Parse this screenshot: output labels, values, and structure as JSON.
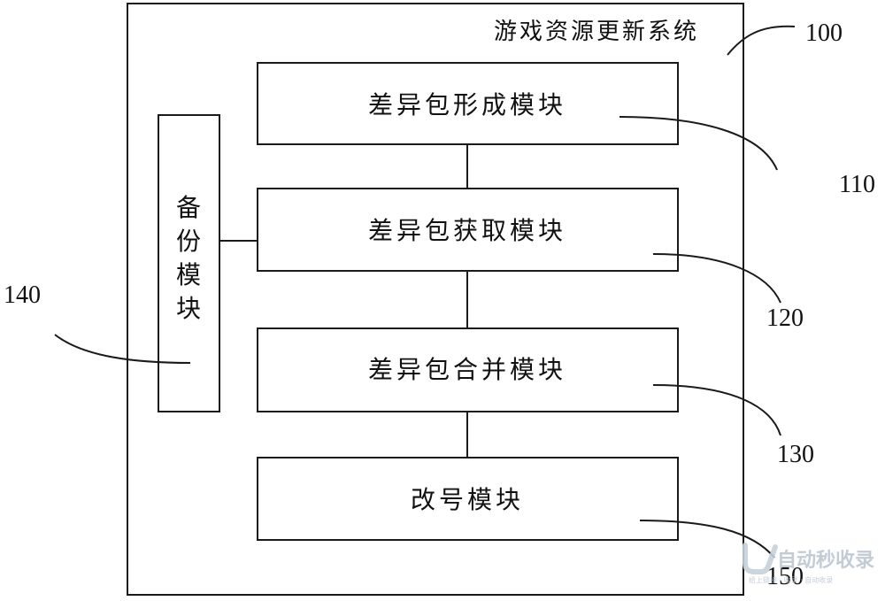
{
  "system": {
    "title": "游戏资源更新系统",
    "ref": "100"
  },
  "modules": {
    "form": {
      "label": "差异包形成模块",
      "ref": "110"
    },
    "get": {
      "label": "差异包获取模块",
      "ref": "120"
    },
    "merge": {
      "label": "差异包合并模块",
      "ref": "130"
    },
    "rename": {
      "label": "改号模块",
      "ref": "150"
    },
    "backup": {
      "chars": [
        "备",
        "份",
        "模",
        "块"
      ],
      "ref": "140"
    }
  },
  "watermark": {
    "text": "自动秒收录",
    "subtext": "给上链接 · 收录 · 自动收录"
  }
}
